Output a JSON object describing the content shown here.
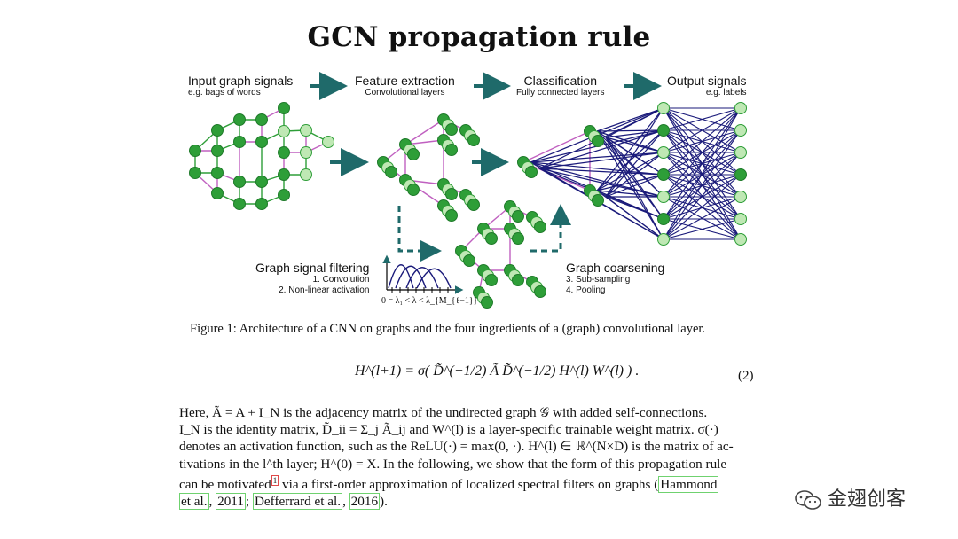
{
  "title": "GCN propagation rule",
  "stages": {
    "input": {
      "title": "Input graph signals",
      "sub": "e.g. bags of words"
    },
    "feature": {
      "title": "Feature extraction",
      "sub": "Convolutional layers"
    },
    "classification": {
      "title": "Classification",
      "sub": "Fully connected layers"
    },
    "output": {
      "title": "Output signals",
      "sub": "e.g. labels"
    },
    "filtering": {
      "title": "Graph signal filtering",
      "item1": "1. Convolution",
      "item2": "2. Non-linear activation"
    },
    "coarsening": {
      "title": "Graph coarsening",
      "item1": "3. Sub-sampling",
      "item2": "4. Pooling"
    },
    "axis_label": "0 = λ₁ < λ < λ_{M_{ℓ−1}}"
  },
  "caption": "Figure 1: Architecture of a CNN on graphs and the four ingredients of a (graph) convolutional layer.",
  "equation": {
    "text": "H^(l+1) = σ( D̃^(−1/2) Ã D̃^(−1/2) H^(l) W^(l) ) .",
    "number": "(2)"
  },
  "paragraph": {
    "line1": "Here, Ã = A + I_N is the adjacency matrix of the undirected graph 𝒢 with added self-connections.",
    "line2": "I_N is the identity matrix, D̃_ii = Σ_j Ã_ij and W^(l) is a layer-specific trainable weight matrix. σ(·)",
    "line3": "denotes an activation function, such as the ReLU(·) = max(0, ·). H^(l) ∈ ℝ^(N×D) is the matrix of ac-",
    "line4": "tivations in the l^th layer; H^(0) = X. In the following, we show that the form of this propagation rule",
    "line5_a": "can be motivated",
    "footnote": "1",
    "line5_b": " via a first-order approximation of localized spectral filters on graphs (",
    "cite1": "Hammond",
    "cite1b": "et al.",
    "sep1": ", ",
    "year1": "2011",
    "sep2": "; ",
    "cite2": "Defferrard et al.",
    "sep3": ", ",
    "year2": "2016",
    "end": ")."
  },
  "watermark": "金翅创客",
  "colors": {
    "dark_green": "#2e9e38",
    "light_green": "#bfe8b4",
    "teal_arrow": "#1f6a6a",
    "edge_purple": "#c060c0",
    "edge_navy": "#1a1a7a"
  }
}
